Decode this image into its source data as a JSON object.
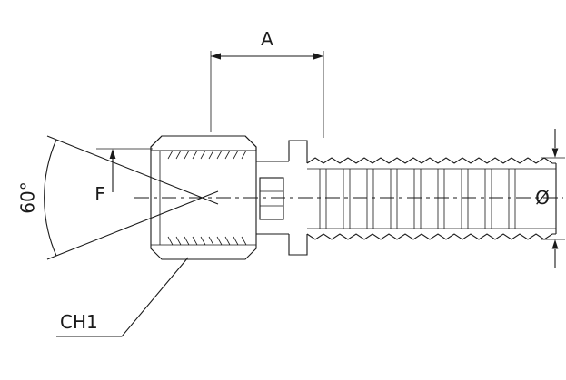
{
  "diagram": {
    "labels": {
      "dimension_a": "A",
      "angle": "60°",
      "thread_f": "F",
      "diameter": "Ø",
      "wrench_ch1": "CH1"
    },
    "colors": {
      "line": "#1a1a1a",
      "background": "#ffffff"
    }
  }
}
